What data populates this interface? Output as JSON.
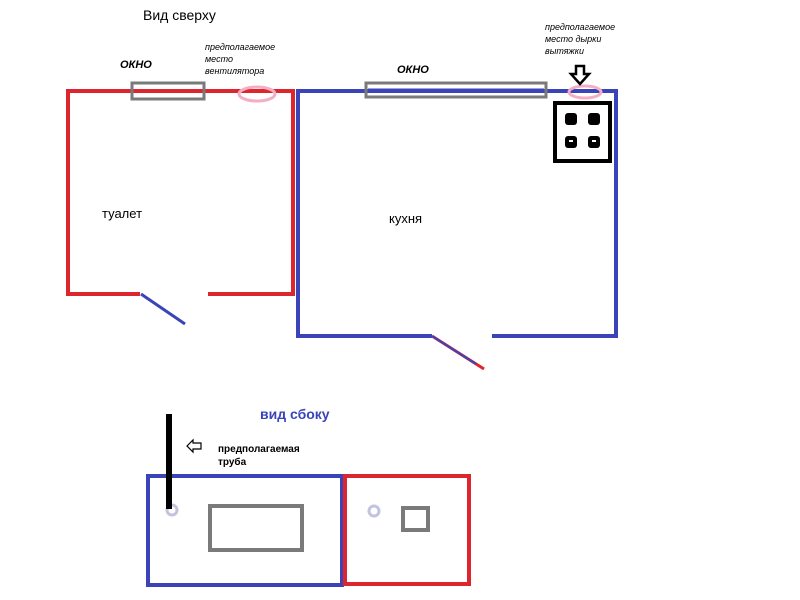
{
  "top_view": {
    "title": "Вид сверху",
    "toilet": {
      "label": "туалет",
      "window_label": "ОКНО",
      "fan_note": [
        "предполагаемое",
        "место",
        "вентилятора"
      ]
    },
    "kitchen": {
      "label": "кухня",
      "window_label": "ОКНО",
      "hood_note": [
        "предполагаемое",
        "место дырки",
        "вытяжки"
      ]
    }
  },
  "side_view": {
    "title": "вид сбоку",
    "pipe_note": [
      "предполагаемая",
      "труба"
    ]
  },
  "colors": {
    "toilet_wall": "#dd2530",
    "kitchen_wall": "#3a44b8",
    "window": "#7a7a7a",
    "vent_ring": "#f4aec4",
    "pipe": "#000000",
    "pipe_hole": "#c3c3e0"
  },
  "icons": [
    "arrow-down-icon",
    "arrow-left-icon",
    "stove-icon"
  ]
}
